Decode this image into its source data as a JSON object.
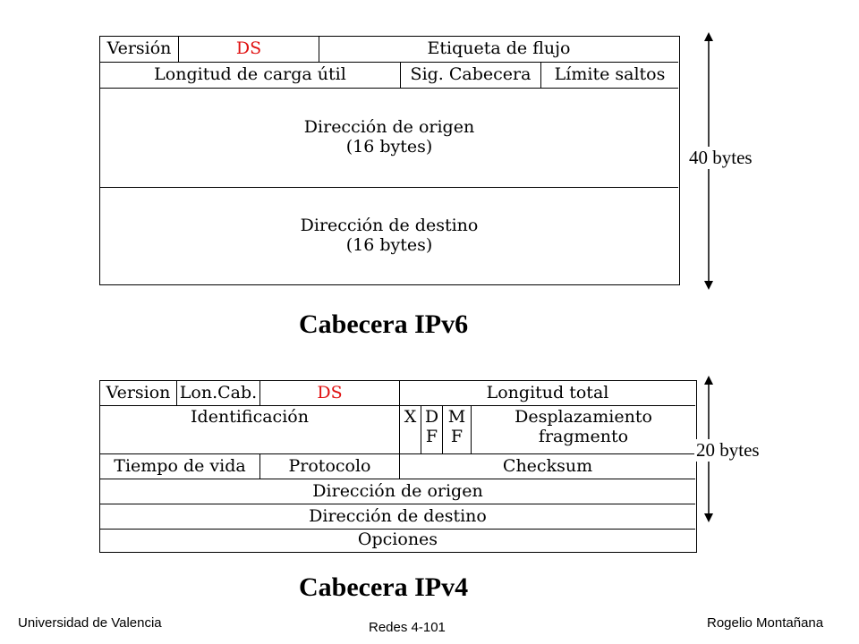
{
  "ipv6": {
    "row1": {
      "version": "Versión",
      "ds": "DS",
      "flow_label": "Etiqueta de flujo"
    },
    "row2": {
      "payload_length": "Longitud de carga útil",
      "next_header": "Sig. Cabecera",
      "hop_limit": "Límite saltos"
    },
    "source": {
      "line1": "Dirección de origen",
      "line2": "(16 bytes)"
    },
    "destination": {
      "line1": "Dirección de destino",
      "line2": "(16 bytes)"
    },
    "size_label": "40 bytes",
    "caption": "Cabecera IPv6"
  },
  "ipv4": {
    "row1": {
      "version": "Version",
      "header_length": "Lon.Cab.",
      "ds": "DS",
      "total_length": "Longitud total"
    },
    "row2": {
      "identification": "Identificación",
      "x": "X",
      "df_1": "D",
      "df_2": "F",
      "mf_1": "M",
      "mf_2": "F",
      "offset_1": "Desplazamiento",
      "offset_2": "fragmento"
    },
    "row3": {
      "ttl": "Tiempo de vida",
      "protocol": "Protocolo",
      "checksum": "Checksum"
    },
    "source": "Dirección de origen",
    "destination": "Dirección de destino",
    "options": "Opciones",
    "size_label": "20 bytes",
    "caption": "Cabecera IPv4"
  },
  "footer": {
    "left": "Universidad de Valencia",
    "center": "Redes 4-101",
    "right": "Rogelio Montañana"
  },
  "colors": {
    "ds_highlight": "#e01010",
    "lines": "#000000"
  }
}
